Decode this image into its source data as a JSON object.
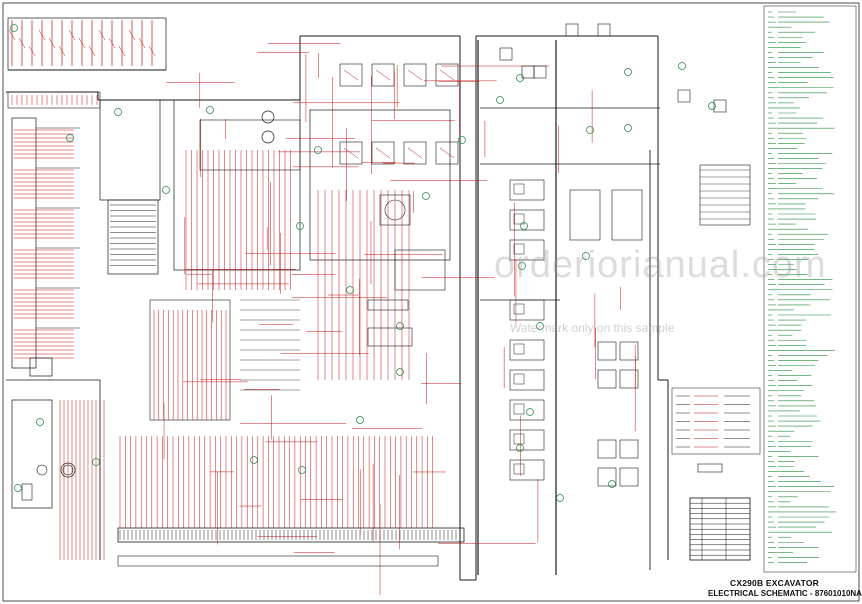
{
  "document": {
    "title_line1": "CX290B   EXCAVATOR",
    "title_line2": "ELECTRICAL SCHEMATIC - 87601010NA"
  },
  "watermark": {
    "text": "orderiorianual.com",
    "subtext": "Watermark only on this sample"
  },
  "colors": {
    "wire": "#c41414",
    "line": "#1a1a1a",
    "legend_text": "#1f8a3a",
    "component": "#2d8a4e",
    "background": "#ffffff"
  }
}
